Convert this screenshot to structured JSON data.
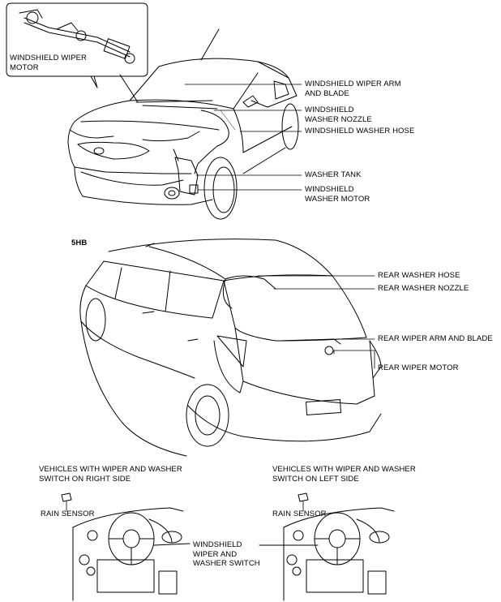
{
  "labels": {
    "windshield_wiper_motor": "WINDSHIELD WIPER\nMOTOR",
    "windshield_wiper_arm_blade": "WINDSHIELD WIPER ARM\nAND BLADE",
    "windshield_washer_nozzle": "WINDSHIELD\nWASHER NOZZLE",
    "windshield_washer_hose": "WINDSHIELD WASHER HOSE",
    "washer_tank": "WASHER TANK",
    "windshield_washer_motor": "WINDSHIELD\nWASHER MOTOR",
    "variant_5hb": "5HB",
    "rear_washer_hose": "REAR WASHER HOSE",
    "rear_washer_nozzle": "REAR WASHER NOZZLE",
    "rear_wiper_arm_blade": "REAR WIPER ARM AND BLADE",
    "rear_wiper_motor": "REAR WIPER MOTOR",
    "vehicles_right": "VEHICLES WITH WIPER AND WASHER\nSWITCH ON RIGHT SIDE",
    "vehicles_left": "VEHICLES WITH WIPER AND WASHER\nSWITCH ON LEFT SIDE",
    "rain_sensor_right": "RAIN SENSOR",
    "rain_sensor_left": "RAIN SENSOR",
    "windshield_wiper_washer_switch": "WINDSHIELD\nWIPER AND\nWASHER SWITCH"
  }
}
